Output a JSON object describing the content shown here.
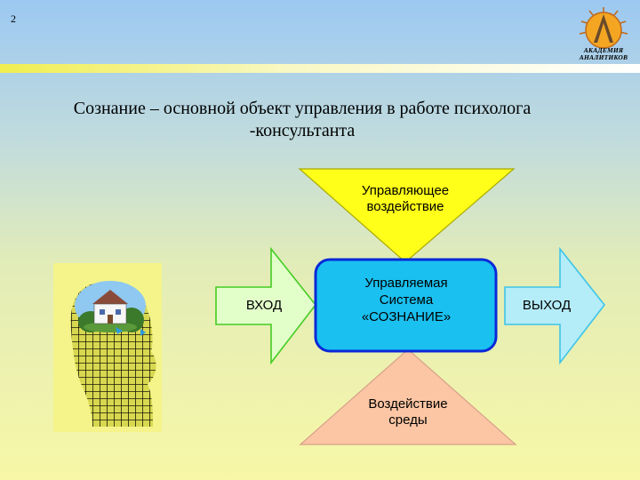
{
  "page_number": "2",
  "logo": {
    "line1": "АКАДЕМИЯ",
    "line2": "АНАЛИТИКОВ"
  },
  "title": {
    "line1": "Сознание – основной объект управления в работе психолога",
    "line2": "-консультанта"
  },
  "diagram": {
    "control_input": {
      "line1": "Управляющее",
      "line2": "воздействие"
    },
    "input": "ВХОД",
    "system": {
      "line1": "Управляемая",
      "line2": "Система",
      "line3": "«СОЗНАНИЕ»"
    },
    "output": "ВЫХОД",
    "environment": {
      "line1": "Воздействие",
      "line2": "среды"
    }
  },
  "colors": {
    "top_arrow": "#ffff1a",
    "input_arrow": "#e2ffca",
    "system_box": "#1ac0f0",
    "system_border": "#0a2ad8",
    "output_arrow": "#b4ecf8",
    "bottom_arrow": "#fcc6a4"
  }
}
